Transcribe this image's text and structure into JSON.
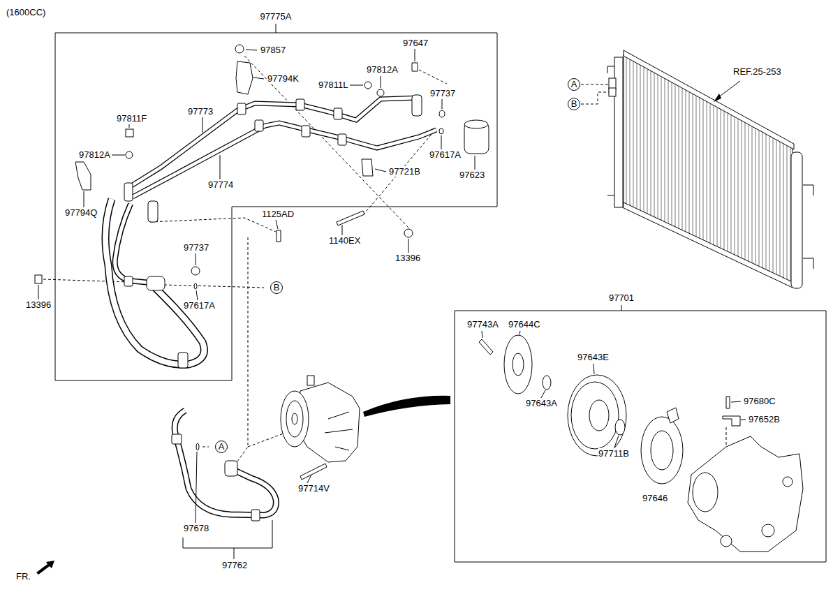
{
  "diagram": {
    "nodes": [
      {
        "text": [
          "97775A"
        ]
      },
      {
        "text": [
          "97701"
        ]
      },
      {
        "text": [
          "A"
        ]
      },
      {
        "text": [
          "B"
        ]
      },
      {
        "text": [
          "B"
        ]
      },
      {
        "text": [
          "A"
        ]
      }
    ],
    "labels": [
      "(1600CC)",
      "97857",
      "97647",
      "97812A",
      "97811L",
      "97794K",
      "97737",
      "97773",
      "97811F",
      "97812A",
      "97774",
      "97617A",
      "97721B",
      "97623",
      "97794Q",
      "1125AD",
      "1140EX",
      "13396",
      "97737",
      "97617A",
      "13396",
      "97743A",
      "97644C",
      "97643E",
      "97643A",
      "97680C",
      "97652B",
      "97711B",
      "97646",
      "97714V",
      "97678",
      "97762",
      "REF.25-253",
      "FR."
    ]
  }
}
